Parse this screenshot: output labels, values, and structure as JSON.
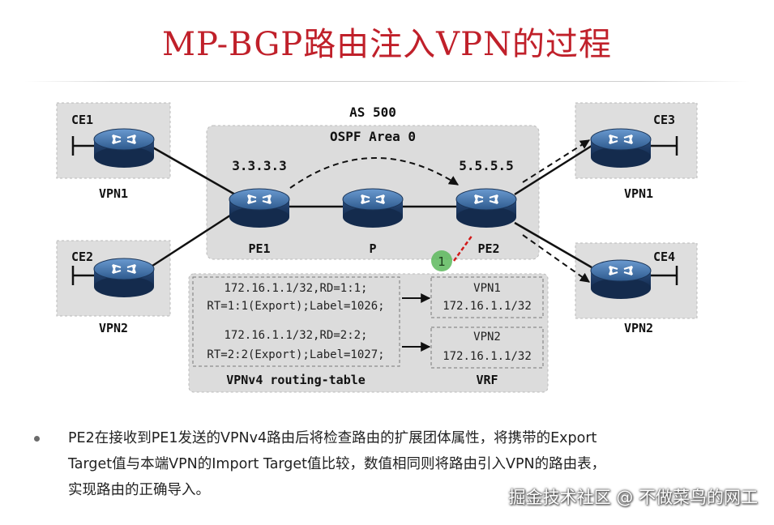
{
  "title": "MP-BGP路由注入VPN的过程",
  "as_label": "AS 500",
  "area_label": "OSPF Area 0",
  "nodes": {
    "ce1": "CE1",
    "ce2": "CE2",
    "ce3": "CE3",
    "ce4": "CE4",
    "pe1": "PE1",
    "p": "P",
    "pe2": "PE2",
    "vpn1_left": "VPN1",
    "vpn2_left": "VPN2",
    "vpn1_right": "VPN1",
    "vpn2_right": "VPN2",
    "pe1_addr": "3.3.3.3",
    "pe2_addr": "5.5.5.5"
  },
  "routing_table": {
    "label": "VPNv4 routing-table",
    "route1_line1": "172.16.1.1/32,RD=1:1;",
    "route1_line2": "RT=1:1(Export);Label=1026;",
    "route2_line1": "172.16.1.1/32,RD=2:2;",
    "route2_line2": "RT=2:2(Export);Label=1027;"
  },
  "vrf": {
    "label": "VRF",
    "vrf1_name": "VPN1",
    "vrf1_route": "172.16.1.1/32",
    "vrf2_name": "VPN2",
    "vrf2_route": "172.16.1.1/32"
  },
  "marker": "1",
  "bullet_lines": [
    "PE2在接收到PE1发送的VPNv4路由后将检查路由的扩展团体属性，将携带的Export",
    "Target值与本端VPN的Import Target值比较，数值相同则将路由引入VPN的路由表，",
    "实现路由的正确导入。"
  ],
  "watermark": "掘金技术社区 @ 不做菜鸟的网工",
  "colors": {
    "title": "#c0202a",
    "router_body": "#1f3d66",
    "router_top": "#4a7bb2",
    "panel": "#dcdcdc",
    "marker": "#5cb85c",
    "marker_line": "#d11a1a"
  }
}
